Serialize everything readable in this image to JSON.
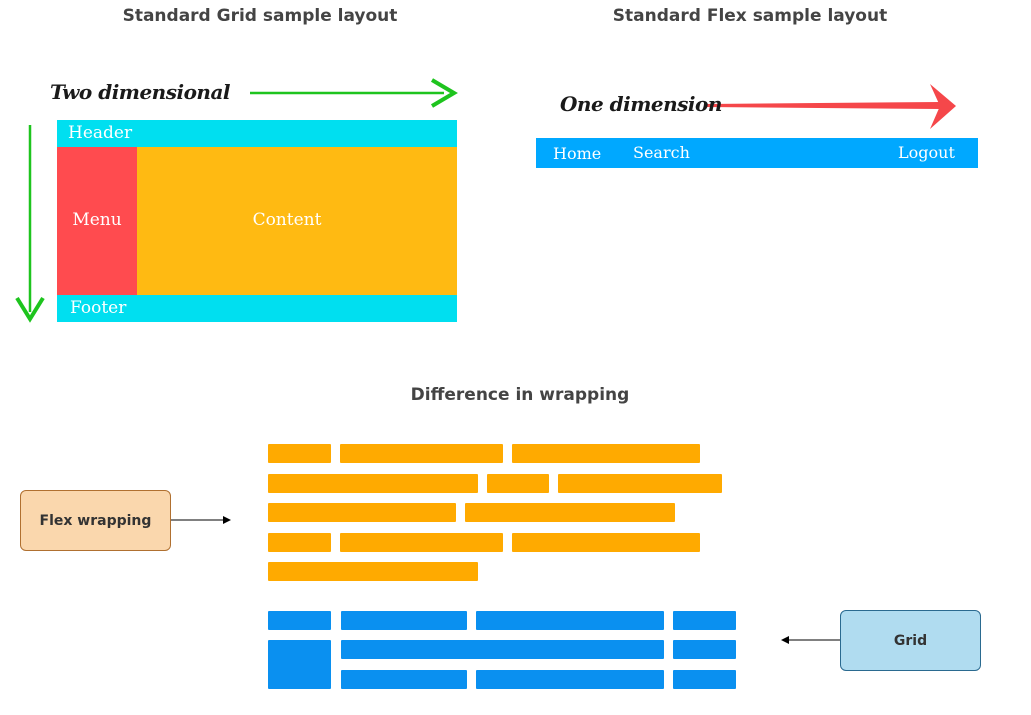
{
  "titles": {
    "grid": "Standard Grid sample layout",
    "flex": "Standard Flex sample layout",
    "wrap": "Difference in wrapping"
  },
  "grid_sample": {
    "axis_label": "Two dimensional",
    "header": "Header",
    "menu": "Menu",
    "content": "Content",
    "footer": "Footer"
  },
  "flex_sample": {
    "axis_label": "One dimension",
    "nav_home": "Home",
    "nav_search": "Search",
    "nav_logout": "Logout"
  },
  "wrapping": {
    "flex_label": "Flex wrapping",
    "grid_label": "Grid"
  },
  "colors": {
    "header_footer": "#00dff0",
    "menu": "#ff4b4f",
    "content": "#ffba12",
    "nav": "#00a8ff",
    "green_arrow": "#1ec41e",
    "red_arrow": "#f5474a",
    "flex_blocks": "#ffaa00",
    "grid_blocks": "#0a90f0",
    "flex_box_fill": "#fad7ad",
    "flex_box_border": "#b07030",
    "grid_box_fill": "#b0dcf0",
    "grid_box_border": "#2a6a90"
  }
}
